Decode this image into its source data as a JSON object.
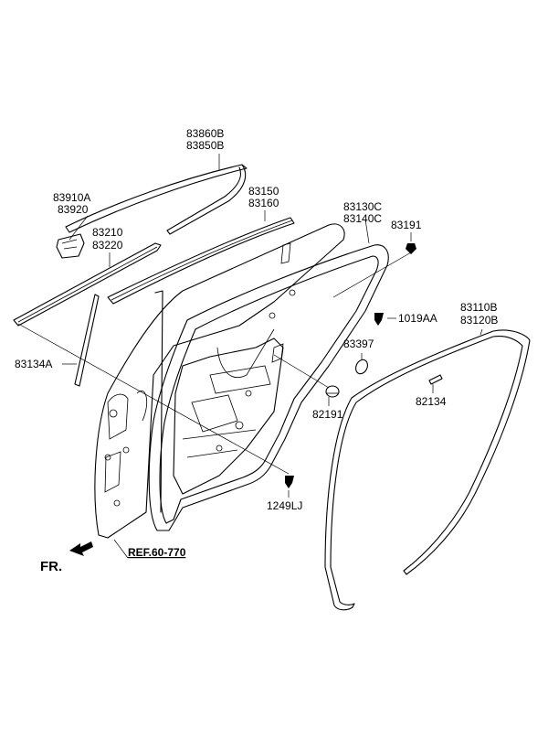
{
  "labels": {
    "p83860B": "83860B",
    "p83850B": "83850B",
    "p83910A": "83910A",
    "p83920": "83920",
    "p83150": "83150",
    "p83160": "83160",
    "p83210": "83210",
    "p83220": "83220",
    "p83130C": "83130C",
    "p83140C": "83140C",
    "p83191": "83191",
    "p1019AA": "1019AA",
    "p83110B": "83110B",
    "p83120B": "83120B",
    "p83134A": "83134A",
    "p83397": "83397",
    "p82191": "82191",
    "p82134": "82134",
    "p1249LJ": "1249LJ",
    "ref": "REF.60-770",
    "fr": "FR."
  }
}
